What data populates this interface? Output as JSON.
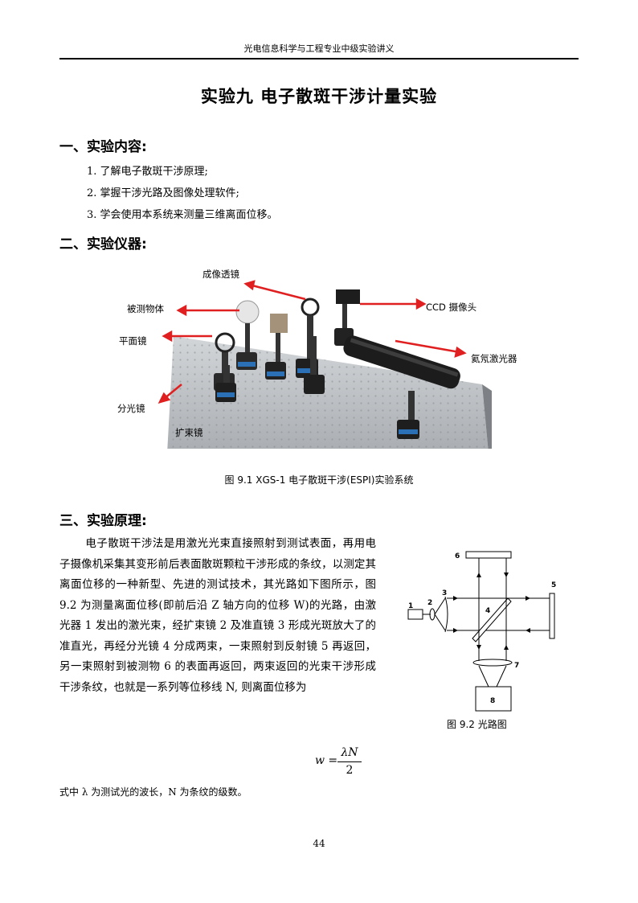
{
  "header": {
    "text": "光电信息科学与工程专业中级实验讲义"
  },
  "title": "实验九  电子散斑干涉计量实验",
  "section1": {
    "heading": "一、实验内容:",
    "items": [
      "1. 了解电子散斑干涉原理;",
      "2. 掌握干涉光路及图像处理软件;",
      "3. 学会使用本系统来测量三维离面位移。"
    ]
  },
  "section2": {
    "heading": "二、实验仪器:",
    "photo_labels": {
      "imaging_lens": "成像透镜",
      "object": "被测物体",
      "ccd": "CCD 摄像头",
      "plane_mirror": "平面镜",
      "laser": "氦氖激光器",
      "beam_splitter": "分光镜",
      "beam_expander": "扩束镜"
    },
    "caption": "图 9.1 XGS-1 电子散斑干涉(ESPI)实验系统"
  },
  "section3": {
    "heading": "三、实验原理:",
    "paragraph": "电子散斑干涉法是用激光光束直接照射到测试表面，再用电子摄像机采集其变形前后表面散斑颗粒干涉形成的条纹，以测定其离面位移的一种新型、先进的测试技术，其光路如下图所示，图 9.2 为测量离面位移(即前后沿 Z 轴方向的位移 W)的光路，由激光器 1 发出的激光束，经扩束镜 2 及准直镜 3 形成光斑放大了的准直光，再经分光镜 4 分成两束，一束照射到反射镜 5 再返回，另一束照射到被测物 6 的表面再返回，两束返回的光束干涉形成干涉条纹，也就是一系列等位移线 N, 则离面位移为",
    "formula": {
      "lhs": "w =",
      "numerator": "λN",
      "denominator": "2"
    },
    "note": "式中 λ 为测试光的波长，N 为条纹的级数。",
    "diagram_labels": [
      "1",
      "2",
      "3",
      "4",
      "5",
      "6",
      "7",
      "8"
    ],
    "diagram_caption": "图 9.2 光路图"
  },
  "page_number": "44",
  "colors": {
    "arrow": "#e02020",
    "table": "#b9bcbf",
    "accent_blue": "#2b6fb5"
  }
}
